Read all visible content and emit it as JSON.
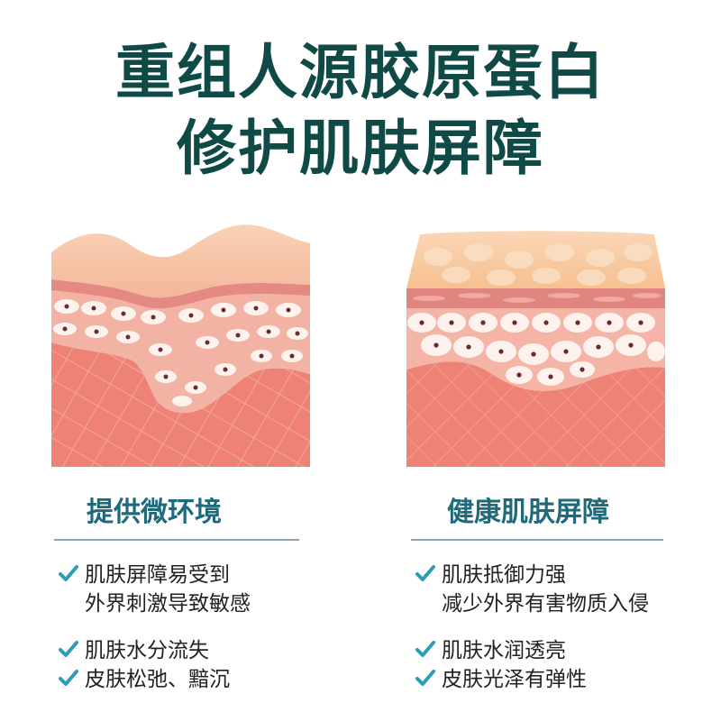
{
  "title": {
    "line1": "重组人源胶原蛋白",
    "line2": "修护肌肤屏障"
  },
  "colors": {
    "title": "#0f4a47",
    "heading": "#1f6a7a",
    "check": "#2e9bb8",
    "skin_top": "#f8c8a8",
    "dermis": "#ef8a7c",
    "cells": "#fdf2ee"
  },
  "left": {
    "illustration": "damaged-skin-cross-section",
    "heading": "提供微环境",
    "items": [
      {
        "lines": [
          "肌肤屏障易受到",
          "外界刺激导致敏感"
        ]
      },
      {
        "lines": [
          "肌肤水分流失"
        ]
      },
      {
        "lines": [
          "皮肤松弛、黯沉"
        ]
      }
    ]
  },
  "right": {
    "illustration": "healthy-skin-cross-section",
    "heading": "健康肌肤屏障",
    "items": [
      {
        "lines": [
          "肌肤抵御力强",
          "减少外界有害物质入侵"
        ]
      },
      {
        "lines": [
          "肌肤水润透亮"
        ]
      },
      {
        "lines": [
          "皮肤光泽有弹性"
        ]
      }
    ]
  },
  "icons": {
    "check": "check-icon"
  }
}
